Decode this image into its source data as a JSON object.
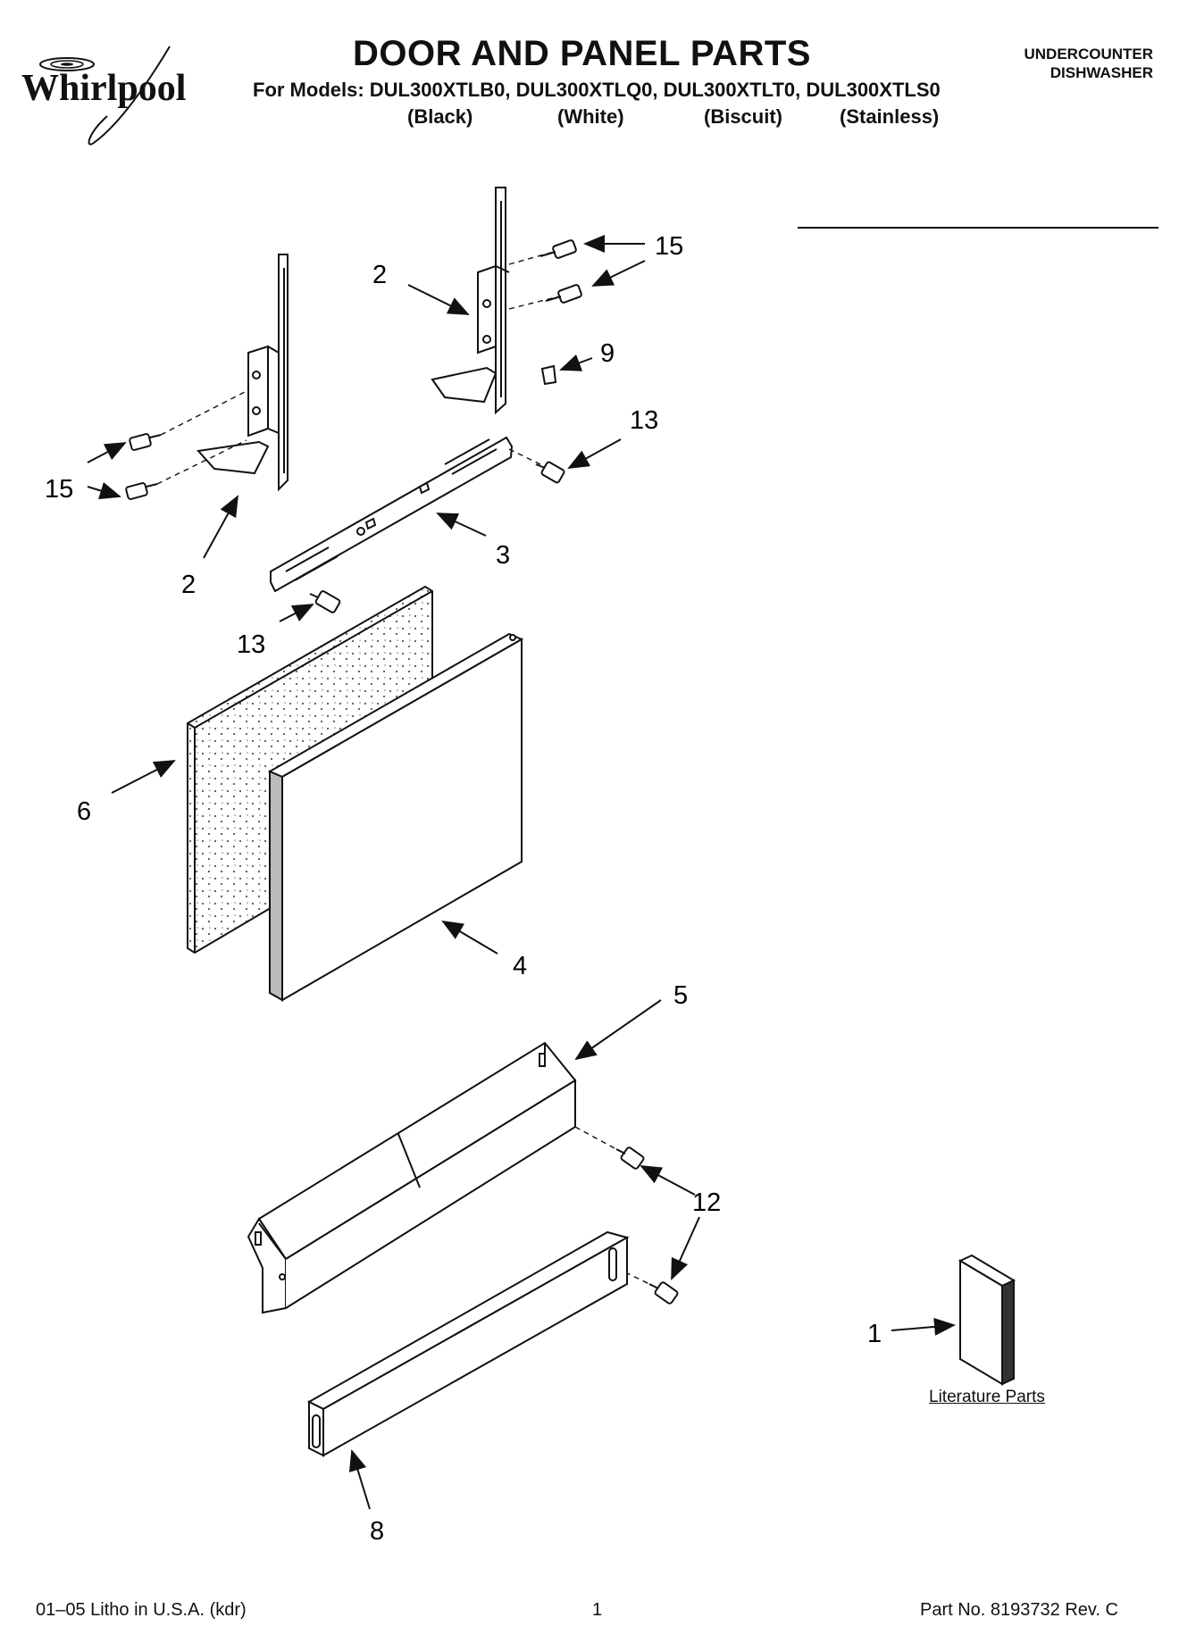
{
  "header": {
    "brand": "Whirlpool",
    "title": "DOOR AND PANEL PARTS",
    "models_line": "For Models: DUL300XTLB0, DUL300XTLQ0, DUL300XTLT0, DUL300XTLS0",
    "variants": [
      "(Black)",
      "(White)",
      "(Biscuit)",
      "(Stainless)"
    ],
    "category_line1": "UNDERCOUNTER",
    "category_line2": "DISHWASHER"
  },
  "callouts": {
    "c15_top": "15",
    "c2_top": "2",
    "c9": "9",
    "c13_right": "13",
    "c15_left": "15",
    "c2_left": "2",
    "c3": "3",
    "c13_left": "13",
    "c6": "6",
    "c4": "4",
    "c5": "5",
    "c12": "12",
    "c1": "1",
    "c8": "8"
  },
  "literature_label": "Literature Parts",
  "footer": {
    "left": "01–05 Litho in U.S.A. (kdr)",
    "page": "1",
    "part_no": "Part No. 8193732 Rev. C"
  }
}
